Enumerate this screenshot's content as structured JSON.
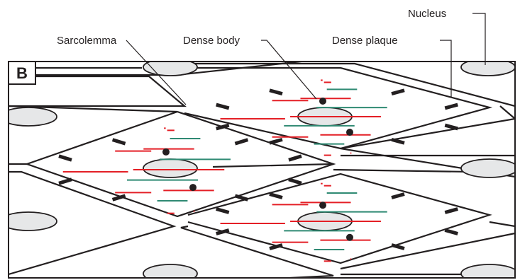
{
  "panel_label": "B",
  "labels": {
    "nucleus": "Nucleus",
    "sarcolemma": "Sarcolemma",
    "dense_body": "Dense body",
    "dense_plaque": "Dense plaque"
  },
  "colors": {
    "outline": "#231f20",
    "nucleus_fill": "#e6e7e8",
    "actin": "#e41f26",
    "myosin": "#2f8a73",
    "background": "#ffffff"
  }
}
